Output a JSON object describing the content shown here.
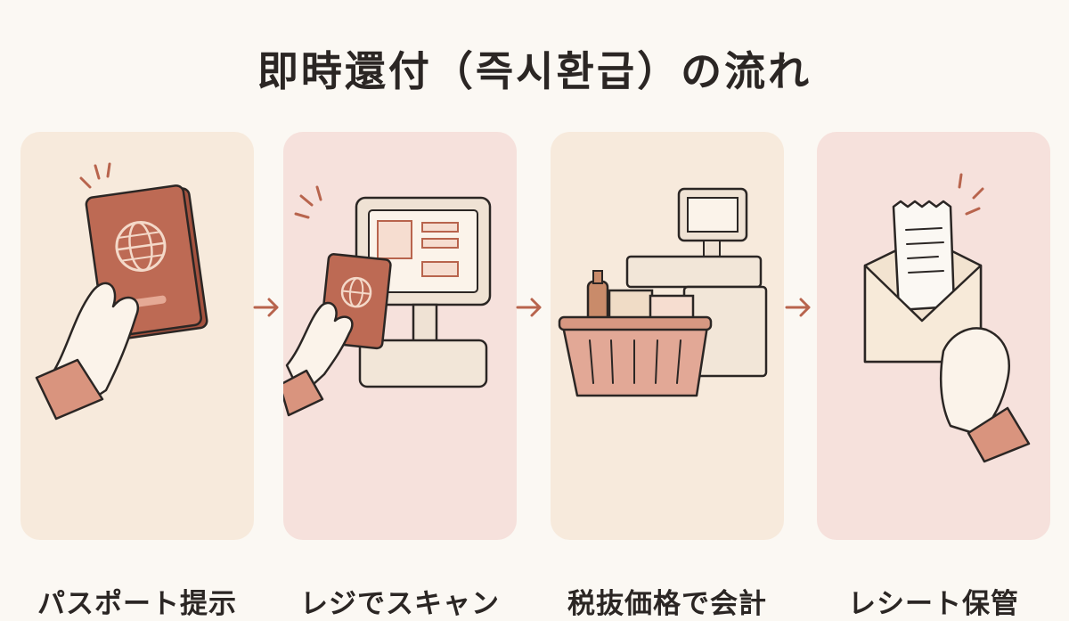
{
  "title": "即時還付（즉시환급）の流れ",
  "colors": {
    "background": "#fbf8f3",
    "card_beige": "#f7eadc",
    "card_pink": "#f6e1dc",
    "accent": "#b8644d",
    "passport": "#b9634e",
    "ink": "#2b2624"
  },
  "steps": [
    {
      "label": "パスポート提示",
      "icon": "passport-in-hand-icon"
    },
    {
      "label": "レジでスキャン",
      "icon": "passport-scan-at-register-icon"
    },
    {
      "label": "税抜価格で会計",
      "icon": "basket-at-checkout-icon"
    },
    {
      "label": "レシート保管",
      "icon": "receipt-in-envelope-icon"
    }
  ]
}
